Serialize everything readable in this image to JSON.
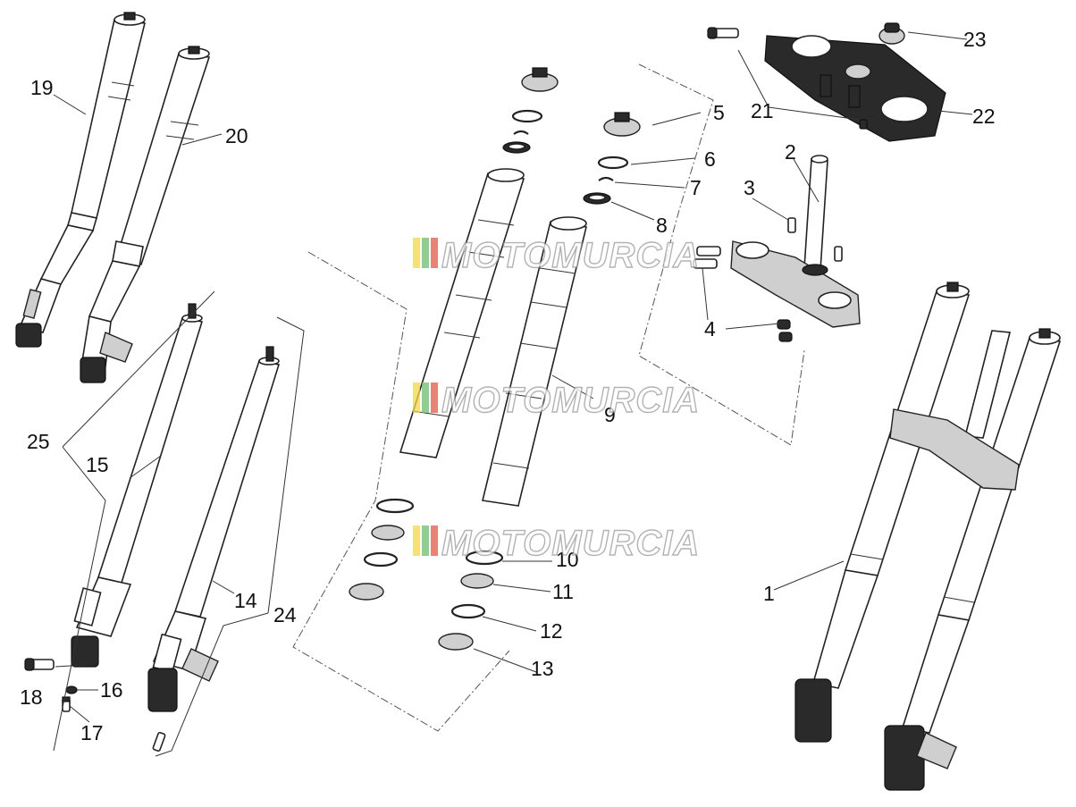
{
  "callouts": {
    "c1": "1",
    "c2": "2",
    "c3": "3",
    "c4": "4",
    "c5": "5",
    "c6": "6",
    "c7": "7",
    "c8": "8",
    "c9": "9",
    "c10": "10",
    "c11": "11",
    "c12": "12",
    "c13": "13",
    "c14": "14",
    "c15": "15",
    "c16": "16",
    "c17": "17",
    "c18": "18",
    "c19": "19",
    "c20": "20",
    "c21": "21",
    "c22": "22",
    "c23": "23",
    "c24": "24",
    "c25": "25"
  },
  "watermark": {
    "text": "MOTOMURCIA",
    "colors": {
      "yellow": "#f2d84a",
      "green": "#6cc070",
      "red": "#e05a4a",
      "outline": "#9a9a9a"
    }
  }
}
